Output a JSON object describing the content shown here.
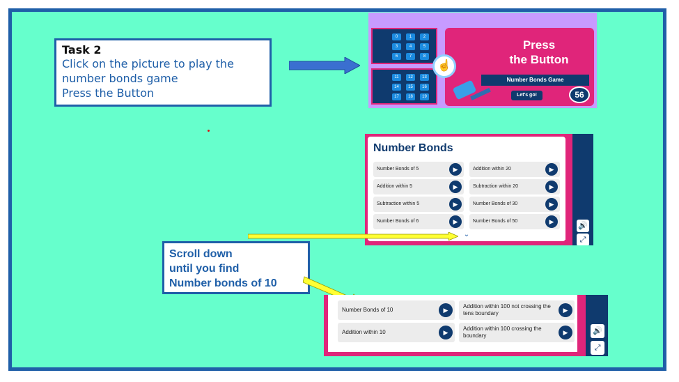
{
  "task": {
    "title": "Task 2",
    "lines": [
      "Click on the picture to play the",
      "number bonds game",
      "Press the Button"
    ]
  },
  "game1": {
    "title_line1": "Press",
    "title_line2": "the Button",
    "subtitle": "Number Bonds Game",
    "go_label": "Let's go!",
    "badge": "56",
    "top_cells": [
      "0",
      "1",
      "2",
      "3",
      "4",
      "5",
      "6",
      "7",
      "8"
    ],
    "bottom_cells": [
      "11",
      "12",
      "13",
      "14",
      "15",
      "16",
      "17",
      "18",
      "19"
    ]
  },
  "game2": {
    "title": "Number Bonds",
    "items_left": [
      "Number Bonds of 5",
      "Addition within 5",
      "Subtraction within 5",
      "Number Bonds of 6"
    ],
    "items_right": [
      "Addition within 20",
      "Subtraction within 20",
      "Number Bonds of 30",
      "Number Bonds of 50"
    ]
  },
  "scroll": {
    "lines": [
      "Scroll down",
      "until you find",
      "Number bonds of 10"
    ]
  },
  "game3": {
    "items_left": [
      "Number Bonds of 10",
      "Addition within 10"
    ],
    "items_right": [
      "Addition within 100 not crossing the tens boundary",
      "Addition within 100 crossing the boundary"
    ]
  },
  "colors": {
    "background": "#66ffcc",
    "border": "#1f5fa8",
    "pink": "#e0257a",
    "navy": "#0f3a6e",
    "arrow_yellow": "#ffff33"
  }
}
